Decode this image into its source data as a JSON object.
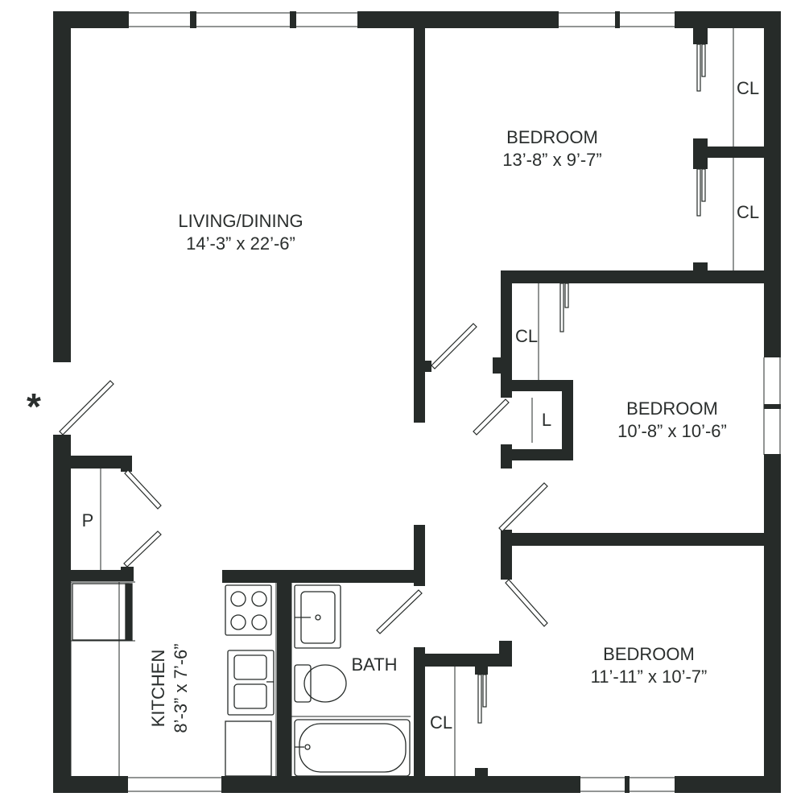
{
  "plan": {
    "wall_color": "#262b29",
    "fixture_color": "#3a3f3d",
    "background": "#ffffff",
    "entry_marker": "*"
  },
  "rooms": {
    "living": {
      "name": "LIVING/DINING",
      "dims": "14’-3” x 22’-6”"
    },
    "bedroom_1": {
      "name": "BEDROOM",
      "dims": "13’-8” x 9’-7”"
    },
    "bedroom_2": {
      "name": "BEDROOM",
      "dims": "10’-8” x 10’-6”"
    },
    "bedroom_3": {
      "name": "BEDROOM",
      "dims": "11’-11” x 10’-7”"
    },
    "kitchen": {
      "name": "KITCHEN",
      "dims": "8’-3” x 7’-6”"
    },
    "bath": {
      "name": "BATH"
    },
    "closet_1": {
      "label": "CL"
    },
    "closet_2": {
      "label": "CL"
    },
    "closet_3": {
      "label": "CL"
    },
    "closet_4": {
      "label": "CL"
    },
    "linen": {
      "label": "L"
    },
    "pantry": {
      "label": "P"
    }
  }
}
